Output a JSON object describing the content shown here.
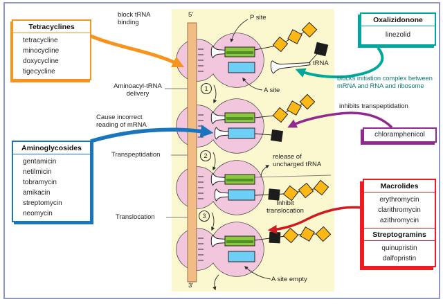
{
  "figure": {
    "description": "Mechanism of antibiotics inhibiting bacterial protein synthesis at the ribosome"
  },
  "labels": {
    "five_prime": "5'",
    "three_prime": "3'",
    "p_site": "P site",
    "a_site": "A site",
    "trna": "tRNA",
    "a_site_empty": "A site empty",
    "block_trna_binding": "block tRNA binding",
    "aminoacyl_delivery": "Aminoacyl-tRNA delivery",
    "cause_incorrect": "Cause incorrect reading of mRNA",
    "transpeptidation": "Transpeptidation",
    "translocation": "Translocation",
    "release_uncharged": "release of uncharged tRNA",
    "inhibit_translocation": "Inhibit translocation",
    "blocks_initiation": "blocks initiation complex between mRNA and RNA and ribosome",
    "inhibits_transpeptidation": "inhibits transpeptidation"
  },
  "steps": {
    "s1": "1",
    "s2": "2",
    "s3": "3"
  },
  "boxes": {
    "tetracyclines": {
      "title": "Tetracyclines",
      "items": [
        "tetracycline",
        "minocycline",
        "doxycycline",
        "tigecycline"
      ]
    },
    "aminoglycosides": {
      "title": "Aminoglycosides",
      "items": [
        "gentamicin",
        "netilmicin",
        "tobramycin",
        "amikacin",
        "streptomycin",
        "neomycin"
      ]
    },
    "oxalizidonone": {
      "title": "Oxalizidonone",
      "items": [
        "linezolid"
      ]
    },
    "chloramphenicol": {
      "title": "chloramphenicol"
    },
    "macrolides": {
      "title": "Macrolides",
      "items": [
        "erythromycin",
        "clarithromycin",
        "azithromycin"
      ]
    },
    "streptogramins": {
      "title": "Streptogramins",
      "items": [
        "quinupristin",
        "dalfopristin"
      ]
    }
  },
  "colors": {
    "tetracyclines_accent": "#f7941d",
    "aminoglycosides_accent": "#1b75bc",
    "oxalizidonone_accent": "#00a79d",
    "chloramphenicol_accent": "#92278f",
    "macrolides_accent": "#ed1c24",
    "panel_bg": "#fbf7cf",
    "ribosome_pink": "#f2c6dc",
    "p_site_green": "#8dc63f",
    "a_site_blue": "#6dcff6",
    "amino_acid_yellow": "#fcb915",
    "mrna_orange": "#f2bd85",
    "frame_border": "#8d97c5",
    "note_teal": "#0e7a72"
  }
}
